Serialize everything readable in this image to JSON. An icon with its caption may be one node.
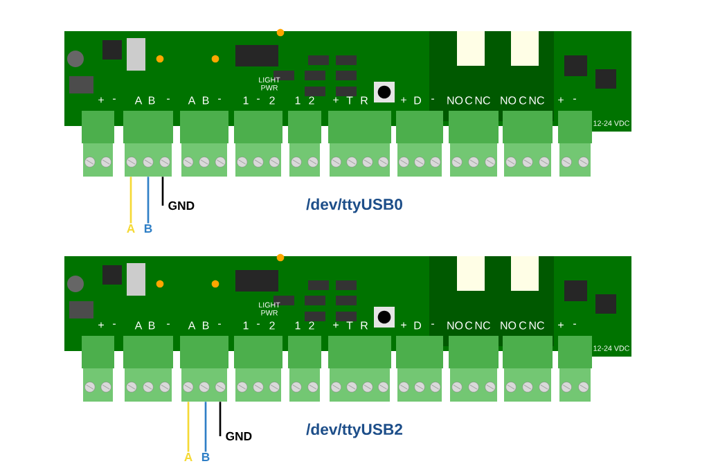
{
  "diagram": {
    "nodes": [
      {
        "text": [],
        "shape": "picture"
      },
      {
        "text": [
          "GND"
        ]
      },
      {
        "text": [
          "A"
        ]
      },
      {
        "text": [
          "B"
        ]
      },
      {
        "text": [],
        "shape": "picture"
      },
      {
        "text": [
          "GND"
        ]
      },
      {
        "text": [
          "A"
        ]
      },
      {
        "text": [
          "B"
        ]
      }
    ],
    "edges": [
      {
        "from": 1,
        "to": 0,
        "arrow": "none",
        "color": "#000000"
      },
      {
        "from": 2,
        "to": 0,
        "arrow": "none",
        "color": "#f5d935"
      },
      {
        "from": 3,
        "to": 0,
        "arrow": "none",
        "color": "#2f7fc6"
      },
      {
        "from": 5,
        "to": 4,
        "arrow": "none",
        "color": "#000000"
      },
      {
        "from": 6,
        "to": 4,
        "arrow": "none",
        "color": "#f5d935"
      },
      {
        "from": 7,
        "to": 4,
        "arrow": "none",
        "color": "#2f7fc6"
      }
    ],
    "labels": [
      "+",
      "-",
      "A",
      "B",
      "-",
      "A",
      "B",
      "-",
      "1",
      "-",
      "2",
      "LIGHT PWR",
      "1",
      "2",
      "+",
      "T",
      "R",
      "+",
      "D",
      "-",
      "NO",
      "C",
      "NC",
      "NO",
      "C",
      "NC",
      "+",
      "-",
      "12-24 VDC",
      "/dev/ttyUSB0",
      "+",
      "-",
      "A",
      "B",
      "-",
      "A",
      "B",
      "-",
      "1",
      "-",
      "2",
      "LIGHT PWR",
      "1",
      "2",
      "+",
      "T",
      "R",
      "+",
      "D",
      "-",
      "NO",
      "C",
      "NC",
      "NO",
      "C",
      "NC",
      "+",
      "-",
      "12-24 VDC",
      "/dev/ttyUSB2"
    ]
  }
}
